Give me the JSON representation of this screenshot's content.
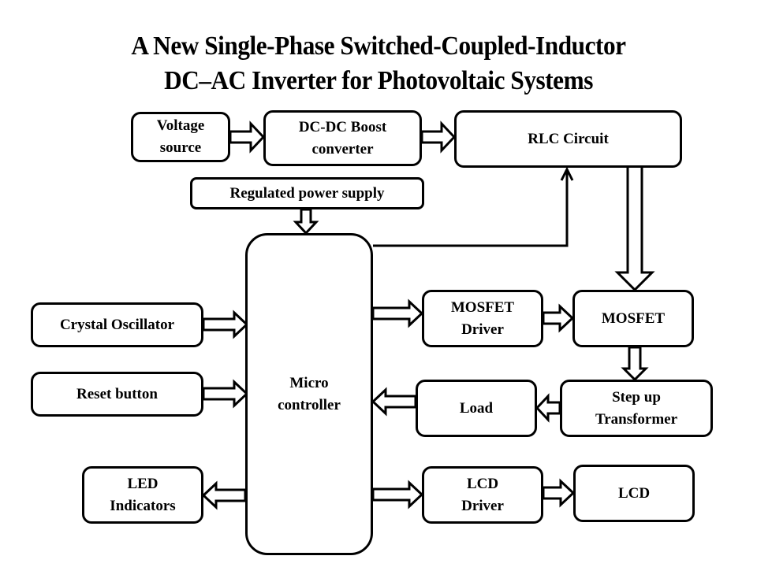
{
  "title": {
    "line1": "A New Single-Phase Switched-Coupled-Inductor",
    "line2": "DC–AC Inverter for Photovoltaic Systems"
  },
  "blocks": {
    "voltage_source": "Voltage\nsource",
    "dcdc_boost": "DC-DC Boost\nconverter",
    "rlc_circuit": "RLC Circuit",
    "regulated_power_supply": "Regulated power supply",
    "microcontroller": "Micro\ncontroller",
    "crystal_oscillator": "Crystal Oscillator",
    "reset_button": "Reset button",
    "led_indicators": "LED\nIndicators",
    "mosfet_driver": "MOSFET\nDriver",
    "mosfet": "MOSFET",
    "step_up_transformer": "Step up\nTransformer",
    "load": "Load",
    "lcd_driver": "LCD\nDriver",
    "lcd": "LCD"
  },
  "connections": [
    {
      "from": "Voltage source",
      "to": "DC-DC Boost converter",
      "style": "block-arrow"
    },
    {
      "from": "DC-DC Boost converter",
      "to": "RLC Circuit",
      "style": "block-arrow"
    },
    {
      "from": "Regulated power supply",
      "to": "Micro controller",
      "style": "block-arrow"
    },
    {
      "from": "Micro controller",
      "to": "RLC Circuit",
      "style": "line-arrow"
    },
    {
      "from": "RLC Circuit",
      "to": "MOSFET",
      "style": "block-arrow"
    },
    {
      "from": "Crystal Oscillator",
      "to": "Micro controller",
      "style": "block-arrow"
    },
    {
      "from": "Reset button",
      "to": "Micro controller",
      "style": "block-arrow"
    },
    {
      "from": "Micro controller",
      "to": "LED Indicators",
      "style": "block-arrow"
    },
    {
      "from": "Micro controller",
      "to": "MOSFET Driver",
      "style": "block-arrow"
    },
    {
      "from": "MOSFET Driver",
      "to": "MOSFET",
      "style": "block-arrow"
    },
    {
      "from": "MOSFET",
      "to": "Step up Transformer",
      "style": "block-arrow"
    },
    {
      "from": "Step up Transformer",
      "to": "Load",
      "style": "block-arrow"
    },
    {
      "from": "Load",
      "to": "Micro controller",
      "style": "block-arrow"
    },
    {
      "from": "Micro controller",
      "to": "LCD Driver",
      "style": "block-arrow"
    },
    {
      "from": "LCD Driver",
      "to": "LCD",
      "style": "block-arrow"
    }
  ]
}
